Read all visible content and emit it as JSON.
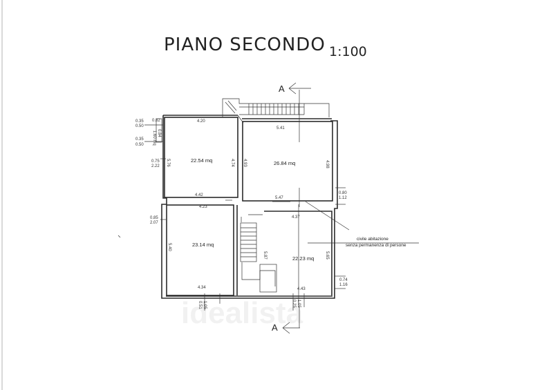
{
  "title": "PIANO SECONDO",
  "scale": "1:100",
  "section_marker": "A",
  "rooms": [
    {
      "area": "22.54 mq",
      "dim_top": "4.20",
      "dim_bottom": "4.42",
      "dim_left": "5.76",
      "dim_right": "4.74"
    },
    {
      "area": "26.84 mq",
      "dim_top": "5.41",
      "dim_bottom": "5.47",
      "dim_left": "4.93",
      "dim_right": "4.98"
    },
    {
      "area": "23.14 mq",
      "dim_top": "4.23",
      "dim_bottom": "4.34",
      "dim_left": "5.40"
    },
    {
      "area": "22.23 mq",
      "dim_top": "4.37",
      "dim_bottom": "4.43",
      "dim_left": "5.87",
      "dim_right": "5.65"
    }
  ],
  "annotation": {
    "line1": "civile abitazione",
    "line2": "senza permanenza di persone"
  },
  "openings": {
    "left_a_top": "0.35",
    "left_a_bottom": "0.50",
    "left_b_top": "0.35",
    "left_b_bottom": "0.50",
    "left_c_top": "0.75",
    "left_c_bottom": "2.22",
    "left_d_top": "0.85",
    "left_d_bottom": "2.07",
    "left_top_a": "0.82",
    "left_top_b": "1.60 mq",
    "left_top_c": "0.84",
    "right_a_top": "0.80",
    "right_a_bottom": "1.12",
    "right_b_top": "0.74",
    "right_b_bottom": "1.16",
    "bottom_a_top": "0.51",
    "bottom_a_bottom": "1.05",
    "bottom_b_top": "0.25",
    "bottom_b_bottom": "1.05"
  },
  "watermark": "idealista"
}
